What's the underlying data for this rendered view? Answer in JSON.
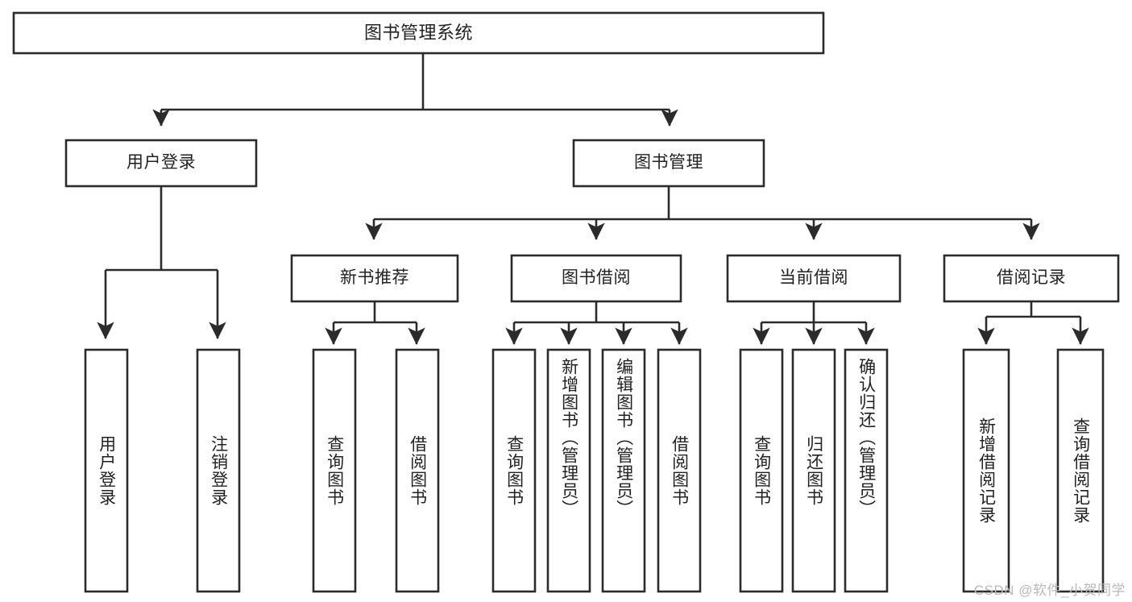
{
  "diagram": {
    "title": "图书管理系统",
    "type": "tree-hierarchy",
    "watermark": "CSDN @软件_小贺同学",
    "colors": {
      "stroke": "#2b2b2b",
      "fill": "#ffffff",
      "text": "#222222",
      "watermark": "#b9b9b9"
    },
    "root": {
      "label": "图书管理系统"
    },
    "level2": [
      {
        "label": "用户登录"
      },
      {
        "label": "图书管理"
      }
    ],
    "level3": [
      {
        "label": "新书推荐"
      },
      {
        "label": "图书借阅"
      },
      {
        "label": "当前借阅"
      },
      {
        "label": "借阅记录"
      }
    ],
    "leaves": {
      "user_login": [
        {
          "label": "用户登录"
        },
        {
          "label": "注销登录"
        }
      ],
      "new_book_recommend": [
        {
          "label": "查询图书"
        },
        {
          "label": "借阅图书"
        }
      ],
      "book_borrow": [
        {
          "label": "查询图书"
        },
        {
          "label": "新增图书（管理员）"
        },
        {
          "label": "编辑图书（管理员）"
        },
        {
          "label": "借阅图书"
        }
      ],
      "current_borrow": [
        {
          "label": "查询图书"
        },
        {
          "label": "归还图书"
        },
        {
          "label": "确认归还（管理员）"
        }
      ],
      "borrow_record": [
        {
          "label": "新增借阅记录"
        },
        {
          "label": "查询借阅记录"
        }
      ]
    }
  }
}
